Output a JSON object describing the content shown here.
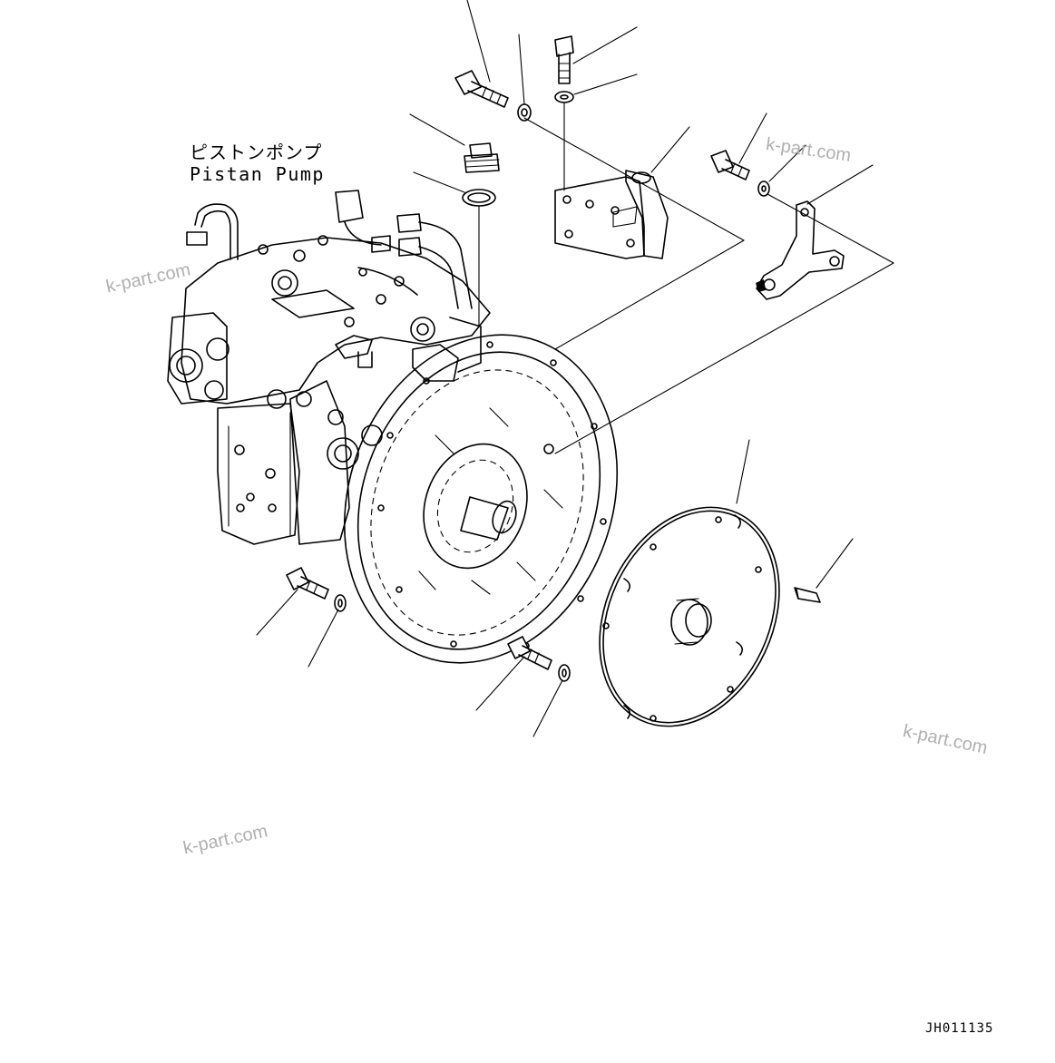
{
  "labels": {
    "pump_jp": "ピストンポンプ",
    "pump_en": "Pistan Pump"
  },
  "drawing_code": "JH011135",
  "watermarks": [
    "k-part.com",
    "k-part.com",
    "k-part.com",
    "k-part.com"
  ]
}
